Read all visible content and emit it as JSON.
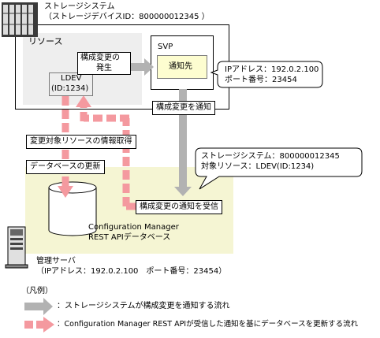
{
  "storage_system": {
    "title": "ストレージシステム",
    "device_id": "（ストレージデバイスID：800000012345 ）"
  },
  "resource_area": {
    "label": "リソース"
  },
  "svp": {
    "label": "SVP",
    "notify_target": "通知先"
  },
  "ldev": {
    "line1": "LDEV",
    "line2": "(ID:1234)"
  },
  "svp_info": {
    "ip": "IPアドレス：192.0.2.100",
    "port": "ポート番号：23454"
  },
  "flows": {
    "config_change_occurs_1": "構成変更の",
    "config_change_occurs_2": "発生",
    "notify_config_change": "構成変更を通知",
    "get_resource_info": "変更対象リソースの情報取得",
    "update_database": "データベースの更新",
    "receive_notification": "構成変更の通知を受信"
  },
  "event_info": {
    "storage": "ストレージシステム：800000012345",
    "resource": "対象リソース：LDEV(ID:1234)"
  },
  "database": {
    "line1": "Configuration Manager",
    "line2": "REST APIデータベース"
  },
  "management_server": {
    "title": "管理サーバ",
    "address": "（IPアドレス：192.0.2.100　ポート番号：23454）"
  },
  "legend": {
    "title": "（凡例）",
    "gray_arrow": "：ストレージシステムが構成変更を通知する流れ",
    "pink_arrow": "：Configuration Manager REST APIが受信した通知を基にデータベースを更新する流れ"
  },
  "colors": {
    "gray_arrow": "#b2b2b2",
    "pink_arrow": "#f4999f",
    "resource_fill": "#eeeeee",
    "notify_fill": "#fdfdd0",
    "server_area_fill": "#f5f5d3"
  }
}
